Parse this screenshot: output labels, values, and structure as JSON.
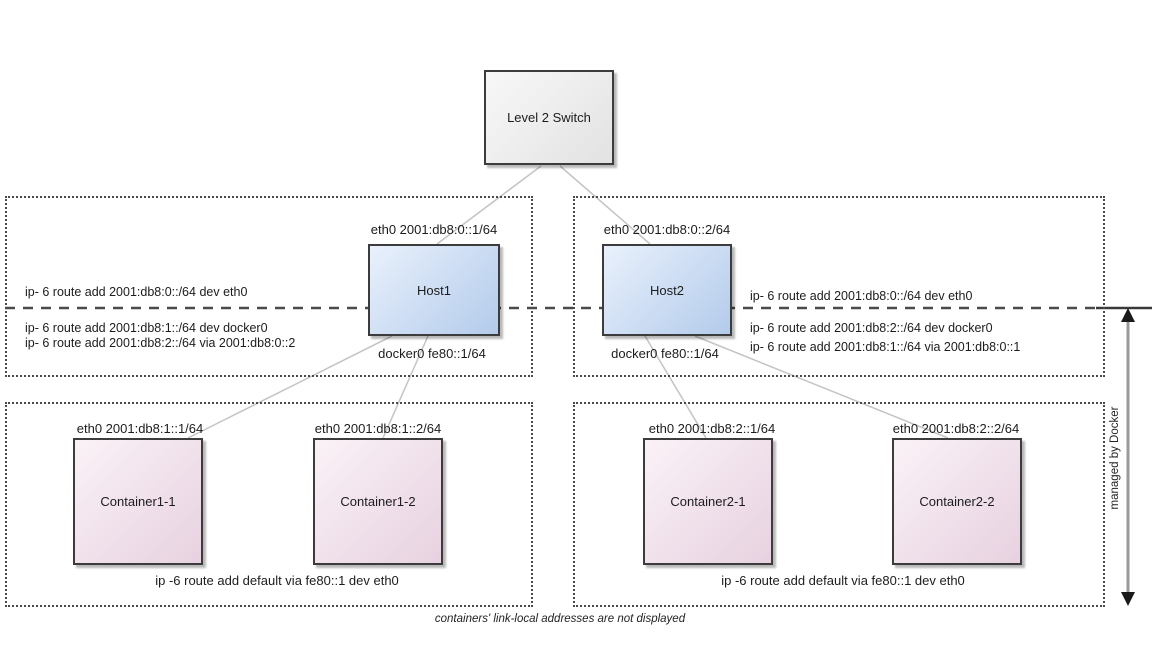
{
  "diagram": {
    "switch_label": "Level 2 Switch",
    "caption": "containers' link-local addresses are not displayed",
    "managed_by_label": "managed by Docker"
  },
  "hosts": [
    {
      "name": "Host1",
      "eth0_label": "eth0 2001:db8:0::1/64",
      "docker0_label": "docker0 fe80::1/64",
      "route_eth_1": "ip- 6 route add 2001:db8:0::/64 dev eth0",
      "route_eth_2": "ip- 6 route add 2001:db8:2::/64 via 2001:db8:0::2",
      "route_docker": "ip- 6 route add 2001:db8:1::/64 dev docker0"
    },
    {
      "name": "Host2",
      "eth0_label": "eth0 2001:db8:0::2/64",
      "docker0_label": "docker0 fe80::1/64",
      "route_eth_1": "ip- 6 route add 2001:db8:0::/64 dev eth0",
      "route_eth_2": "ip- 6 route add 2001:db8:1::/64 via 2001:db8:0::1",
      "route_docker": "ip- 6 route add 2001:db8:2::/64 dev docker0"
    }
  ],
  "containers": [
    {
      "name": "Container1-1",
      "eth0_label": "eth0 2001:db8:1::1/64"
    },
    {
      "name": "Container1-2",
      "eth0_label": "eth0 2001:db8:1::2/64"
    },
    {
      "name": "Container2-1",
      "eth0_label": "eth0 2001:db8:2::1/64"
    },
    {
      "name": "Container2-2",
      "eth0_label": "eth0 2001:db8:2::2/64"
    }
  ],
  "container_groups": [
    {
      "default_route": "ip -6 route add default via fe80::1 dev eth0"
    },
    {
      "default_route": "ip -6 route add default via fe80::1 dev eth0"
    }
  ],
  "colors": {
    "host_fill_top": "#e9f1fc",
    "host_fill_bottom": "#b3cbeb",
    "container_fill_top": "#faf2f7",
    "container_fill_bottom": "#e7d1e0",
    "switch_fill_top": "#f8f8f8",
    "switch_fill_bottom": "#e2e2e2",
    "box_border": "#3c3c3c",
    "connector_line": "#c4c4c4",
    "dashed_line": "#4a4a4a",
    "measure_arrow": "#9a9a9a"
  }
}
